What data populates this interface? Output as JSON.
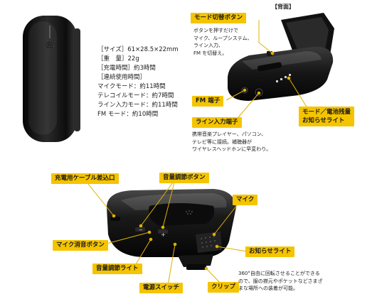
{
  "header": {
    "back_label": "【背面】"
  },
  "specs": {
    "lines": [
      "［サイズ］61×28.5×22mm",
      "［重　量］22g",
      "［充電時間］約3時間",
      "［連続使用時間］",
      "マイクモード：約11時間",
      "テレコイルモード：約7時間",
      "ライン入力モード：約11時間",
      "FM モード：約10時間"
    ]
  },
  "back_view": {
    "mode_switch_label": "モード切替ボタン",
    "mode_switch_desc": [
      "ボタンを押すだけで",
      "マイク、ループシステム、",
      "ライン入力、",
      "FM を切替え。"
    ],
    "fm_terminal_label": "FM 端子",
    "line_input_label": "ライン入力端子",
    "line_input_desc": [
      "携帯音楽プレイヤー、パソコン、",
      "テレビ等に接続。補聴器が",
      "ワイヤレスヘッドホンに早変わり。"
    ],
    "mode_battery_label": "モード／電池残量",
    "mode_battery_label_2": "お知らせライト"
  },
  "bottom_view": {
    "charge_port_label": "充電用ケーブル差込口",
    "volume_button_label": "音量調節ボタン",
    "mic_label": "マイク",
    "mic_mute_label": "マイク消音ボタン",
    "notify_light_label": "お知らせライト",
    "volume_light_label": "音量調節ライト",
    "power_switch_label": "電源スイッチ",
    "clip_label": "クリップ",
    "clip_desc": [
      "360°自由に回転させることができる",
      "ので、服の襟元やポケットなどさまざ",
      "まな場所への装着が可能。"
    ]
  },
  "colors": {
    "tag_bg": "#f5c400",
    "device_body": "#111111",
    "line": "#e0b000"
  }
}
